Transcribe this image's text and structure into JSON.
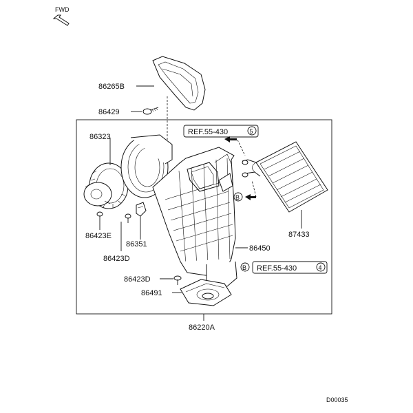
{
  "fwd_label": "FWD",
  "drawing_code": "D00035",
  "parts": {
    "p86265B": "86265B",
    "p86429": "86429",
    "p86323": "86323",
    "p86423E": "86423E",
    "p86351": "86351",
    "p86423D_a": "86423D",
    "p86423D_b": "86423D",
    "p86491": "86491",
    "p86450": "86450",
    "p87433": "87433",
    "p86220A": "86220A"
  },
  "refs": {
    "ref_top_text": "REF.55-430",
    "ref_top_num": "5",
    "ref_bottom_text": "REF.55-430",
    "ref_bottom_num": "4",
    "callout_b": "B"
  }
}
